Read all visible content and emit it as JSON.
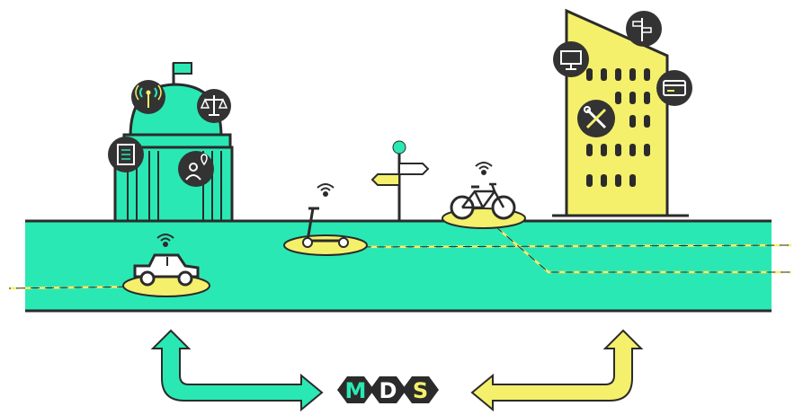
{
  "colors": {
    "road": "#2ae8b4",
    "yellow": "#f4f06c",
    "dark": "#2b2b2b",
    "icon_bg": "#333333",
    "white": "#ffffff"
  },
  "logo": {
    "letter_1": "M",
    "letter_2": "D",
    "letter_3": "S",
    "letter_1_color": "#2ae8b4",
    "letter_2_color": "#ffffff",
    "letter_3_color": "#f4f06c"
  },
  "icons": {
    "government": [
      "signal-tower-icon",
      "scales-icon",
      "document-icon",
      "person-location-icon"
    ],
    "company": [
      "computer-monitor-icon",
      "street-sign-icon",
      "credit-card-icon",
      "tools-icon"
    ]
  },
  "vehicles": [
    "car",
    "scooter",
    "bicycle"
  ]
}
